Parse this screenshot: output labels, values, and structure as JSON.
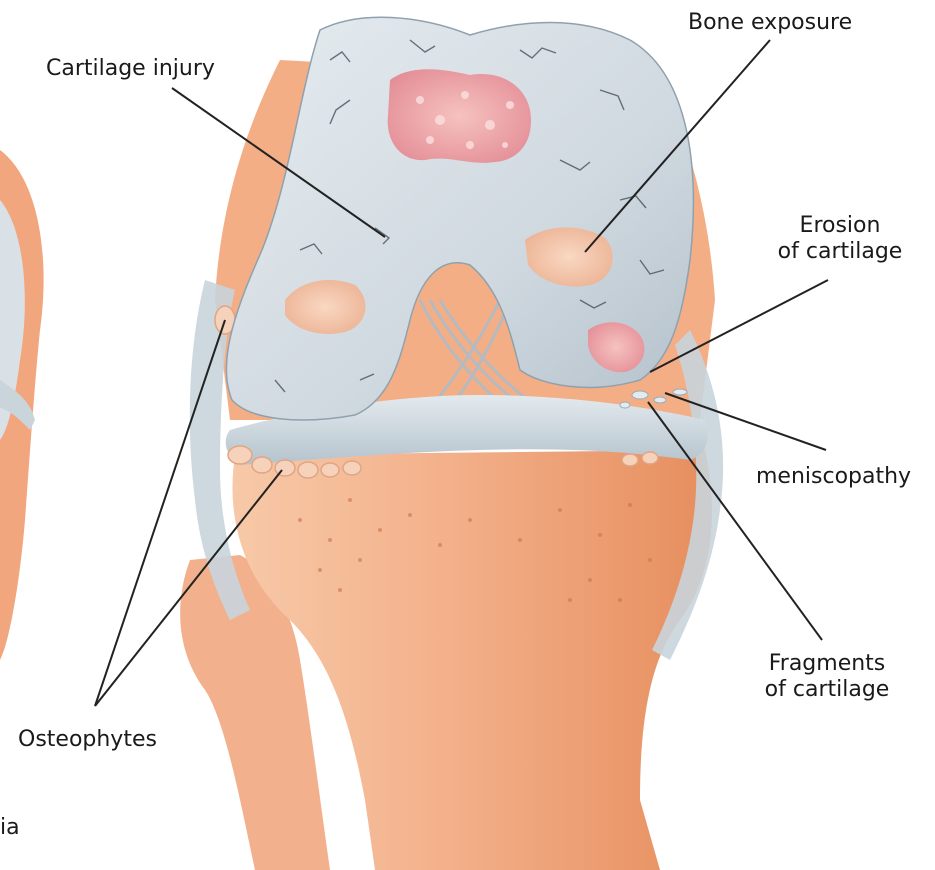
{
  "labels": {
    "cartilage_injury": "Cartilage injury",
    "bone_exposure": "Bone exposure",
    "erosion_line1": "Erosion",
    "erosion_line2": "of cartilage",
    "meniscopathy": "meniscopathy",
    "fragments_line1": "Fragments",
    "fragments_line2": "of cartilage",
    "osteophytes": "Osteophytes",
    "partial_left": "ia"
  },
  "colors": {
    "background": "#ffffff",
    "bone_orange": "#f0a47c",
    "bone_light": "#f7c9a8",
    "cartilage": "#d4dde4",
    "cartilage_shadow": "#aebcc7",
    "lesion_pink": "#e99aa0",
    "ligament": "#c9d4db",
    "leader_line": "#222222"
  }
}
